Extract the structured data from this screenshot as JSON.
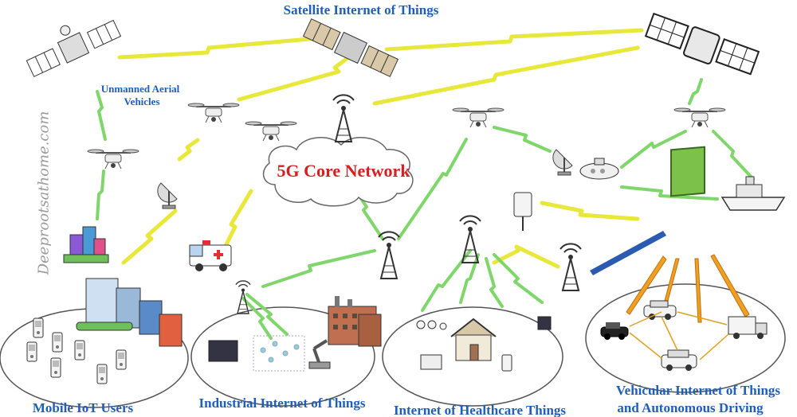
{
  "labels": {
    "satellite_iot": "Satellite Internet of Things",
    "uav": "Unmanned Aerial\nVehicles",
    "core": "5G Core Network",
    "mobile": "Mobile IoT Users",
    "industrial": "Industrial Internet of  Things",
    "healthcare": "Internet of Healthcare Things",
    "vehicular_1": "Vehicular Internet of Things",
    "vehicular_2": "and Autonomous Driving"
  },
  "watermark": "Deeprootsathome.com",
  "colors": {
    "label_blue": "#1f5fb8",
    "core_red": "#d42020",
    "bolt_yellow": "#e8e83a",
    "bolt_green": "#7fd66a",
    "beam_orange": "#f0a020",
    "beam_blue": "#2a5bb0",
    "panel_green": "#7cc24a"
  },
  "icons": [
    "satellite-icon",
    "drone-icon",
    "dish-antenna-icon",
    "cell-tower-icon",
    "building-icon",
    "phone-icon",
    "ambulance-icon",
    "factory-icon",
    "house-icon",
    "car-icon",
    "truck-icon",
    "ship-icon",
    "traffic-light-icon",
    "cloud-icon",
    "robot-arm-icon",
    "smart-panel-icon"
  ]
}
